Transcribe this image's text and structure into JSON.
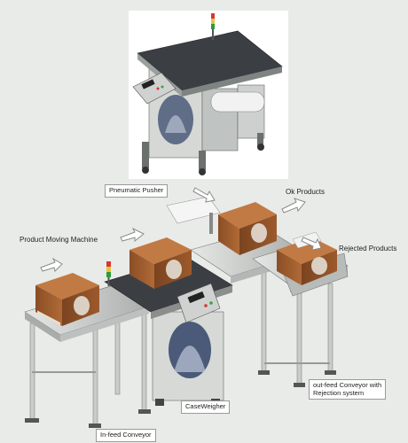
{
  "labels": {
    "pneumatic_pusher": "Pneumatic Pusher",
    "ok_products": "Ok Products",
    "product_moving_machine": "Product Moving Machine",
    "rejected_products": "Rejected Products",
    "caseweigher": "CaseWeigher",
    "outfeed_line1": "out-feed Conveyor with",
    "outfeed_line2": "Rejection system",
    "infeed_conveyor": "In-feed Conveyor"
  },
  "colors": {
    "box_brown": "#9a5a2e",
    "steel": "#c9ccc9",
    "belt_dark": "#3b3f44",
    "frame_grey": "#8f9592"
  }
}
